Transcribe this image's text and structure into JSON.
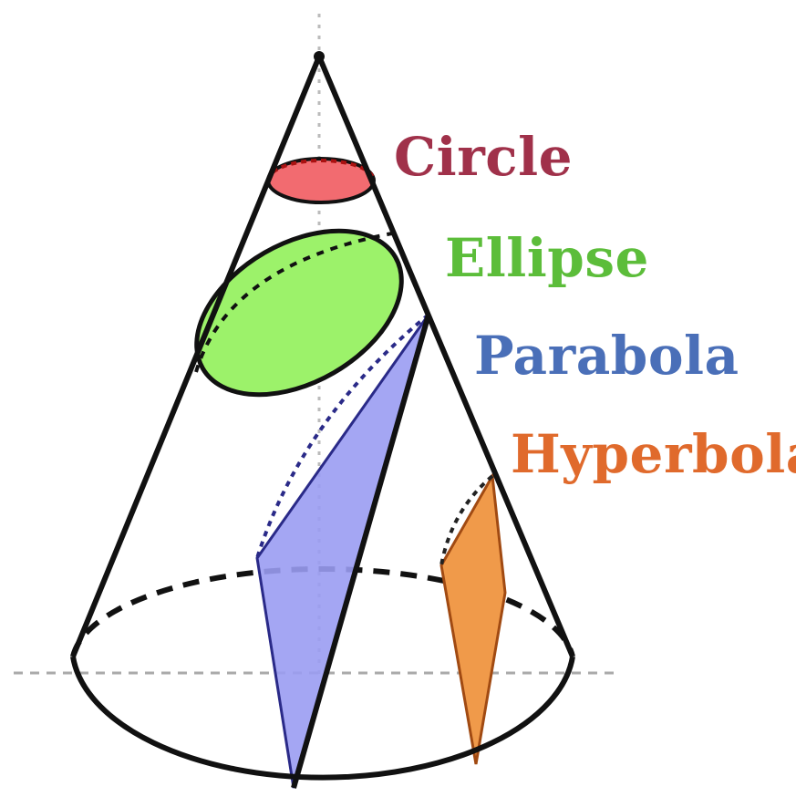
{
  "labels": {
    "circle": "Circle",
    "ellipse": "Ellipse",
    "parabola": "Parabola",
    "hyperbola": "Hyperbola"
  },
  "colors": {
    "circle": "#a0314a",
    "circle_fill": "#f26b70",
    "ellipse": "#5cbd3a",
    "ellipse_fill": "#9cf26a",
    "parabola": "#4a6fb8",
    "parabola_fill": "#9a9cf2",
    "hyperbola": "#e06a2c",
    "hyperbola_fill": "#f09a4a",
    "outline": "#111111",
    "axis": "#aaaaaa"
  },
  "icons": {
    "cone": "cone-outline-icon",
    "axis": "dashed-axis-icon"
  }
}
